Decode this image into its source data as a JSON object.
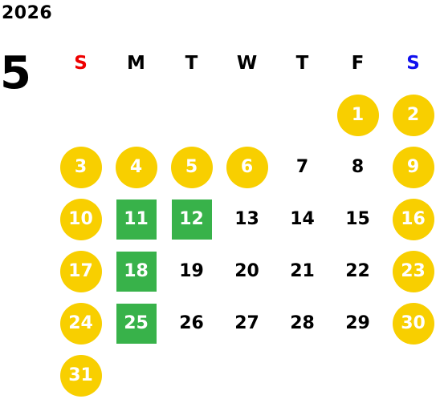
{
  "calendar": {
    "year": "2026",
    "month": "5",
    "weekdays": [
      "S",
      "M",
      "T",
      "W",
      "T",
      "F",
      "S"
    ],
    "weeks": [
      [
        null,
        null,
        null,
        null,
        null,
        {
          "day": "1",
          "type": "holiday"
        },
        {
          "day": "2",
          "type": "holiday"
        }
      ],
      [
        {
          "day": "3",
          "type": "holiday"
        },
        {
          "day": "4",
          "type": "holiday"
        },
        {
          "day": "5",
          "type": "holiday"
        },
        {
          "day": "6",
          "type": "holiday"
        },
        {
          "day": "7",
          "type": "normal"
        },
        {
          "day": "8",
          "type": "normal"
        },
        {
          "day": "9",
          "type": "holiday"
        }
      ],
      [
        {
          "day": "10",
          "type": "holiday"
        },
        {
          "day": "11",
          "type": "event"
        },
        {
          "day": "12",
          "type": "event"
        },
        {
          "day": "13",
          "type": "normal"
        },
        {
          "day": "14",
          "type": "normal"
        },
        {
          "day": "15",
          "type": "normal"
        },
        {
          "day": "16",
          "type": "holiday"
        }
      ],
      [
        {
          "day": "17",
          "type": "holiday"
        },
        {
          "day": "18",
          "type": "event"
        },
        {
          "day": "19",
          "type": "normal"
        },
        {
          "day": "20",
          "type": "normal"
        },
        {
          "day": "21",
          "type": "normal"
        },
        {
          "day": "22",
          "type": "normal"
        },
        {
          "day": "23",
          "type": "holiday"
        }
      ],
      [
        {
          "day": "24",
          "type": "holiday"
        },
        {
          "day": "25",
          "type": "event"
        },
        {
          "day": "26",
          "type": "normal"
        },
        {
          "day": "27",
          "type": "normal"
        },
        {
          "day": "28",
          "type": "normal"
        },
        {
          "day": "29",
          "type": "normal"
        },
        {
          "day": "30",
          "type": "holiday"
        }
      ],
      [
        {
          "day": "31",
          "type": "holiday"
        },
        null,
        null,
        null,
        null,
        null,
        null
      ]
    ]
  },
  "colors": {
    "holiday_circle": "#f8cf00",
    "event_square": "#38b24a",
    "sunday_header": "#ee0000",
    "saturday_header": "#1111ee",
    "normal_text": "#000000"
  }
}
